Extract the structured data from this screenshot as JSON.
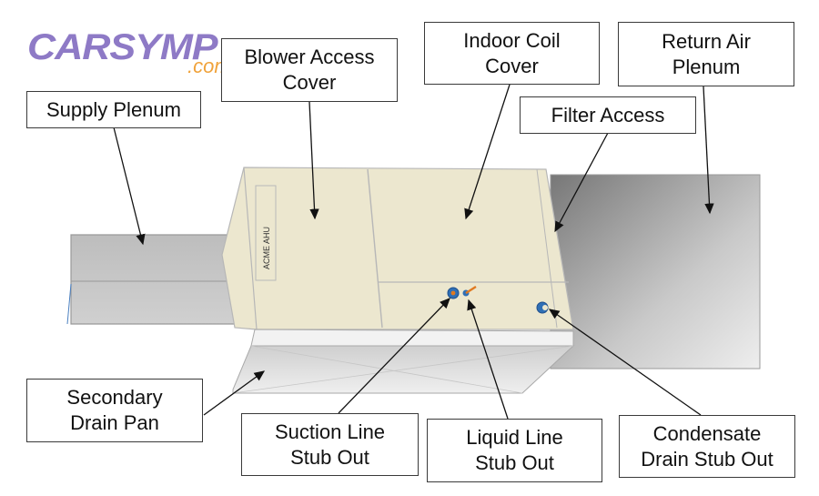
{
  "logo": {
    "main": "CARSYMP",
    "sub": ".com"
  },
  "unit": {
    "nameplate": "ACME AHU"
  },
  "labels": {
    "supply_plenum": "Supply Plenum",
    "blower_access_cover": "Blower Access\nCover",
    "indoor_coil_cover": "Indoor Coil\nCover",
    "return_air_plenum": "Return Air\nPlenum",
    "filter_access": "Filter Access",
    "secondary_drain_pan": "Secondary\nDrain Pan",
    "suction_line_stub_out": "Suction Line\nStub Out",
    "liquid_line_stub_out": "Liquid Line\nStub Out",
    "condensate_drain_stub_out": "Condensate\nDrain Stub Out"
  },
  "colors": {
    "cabinet_fill": "#ece7cf",
    "plenum_gray": "#a8a8a8",
    "stub_blue": "#2f6fb5",
    "stub_orange": "#e07a22",
    "logo_purple": "#8e7ac6",
    "logo_orange": "#f0a23a"
  }
}
